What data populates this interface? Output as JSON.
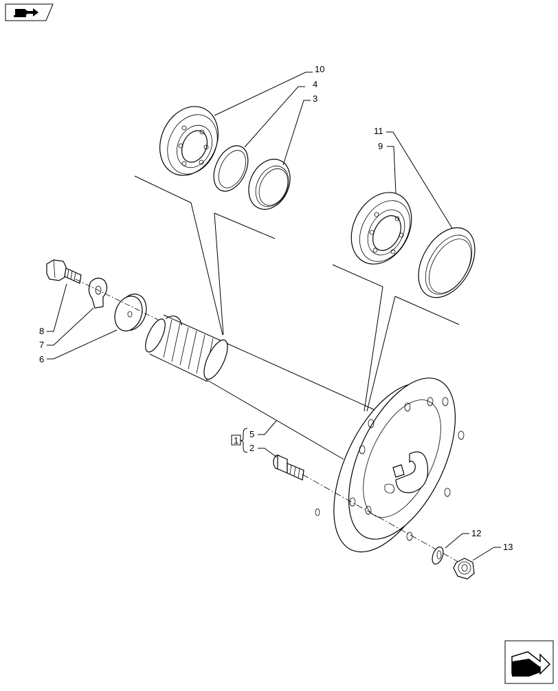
{
  "toolbar": {
    "top_nav_icon": "book-arrow-icon",
    "bottom_nav_icon": "next-page-arrow-icon"
  },
  "callouts": {
    "c1": "1",
    "c2": "2",
    "c3": "3",
    "c4": "4",
    "c5": "5",
    "c6": "6",
    "c7": "7",
    "c8": "8",
    "c9": "9",
    "c10": "10",
    "c11": "11",
    "c12": "12",
    "c13": "13"
  },
  "colors": {
    "line": "#000000",
    "background": "#ffffff",
    "shading": "#e9e9e9"
  }
}
